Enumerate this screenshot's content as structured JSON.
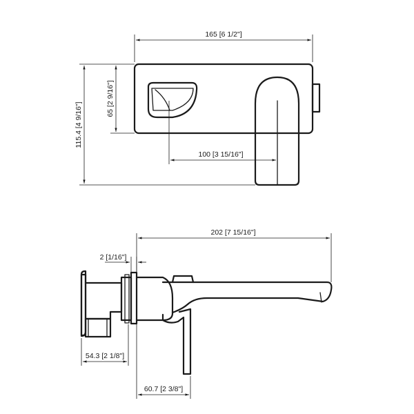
{
  "dimensions": {
    "width_top": "165 [6 1/2\"]",
    "height_body": "65 [2 9/16\"]",
    "height_total": "115.4 [4 9/16\"]",
    "spout_offset": "100 [3 15/16\"]",
    "length_total": "202 [7 15/16\"]",
    "plate_thickness": "2 [1/16\"]",
    "wall_depth": "54.3 [2 1/8\"]",
    "projection": "60.7 [2 3/8\"]"
  },
  "colors": {
    "line": "#1a1a1a",
    "background": "#ffffff"
  }
}
